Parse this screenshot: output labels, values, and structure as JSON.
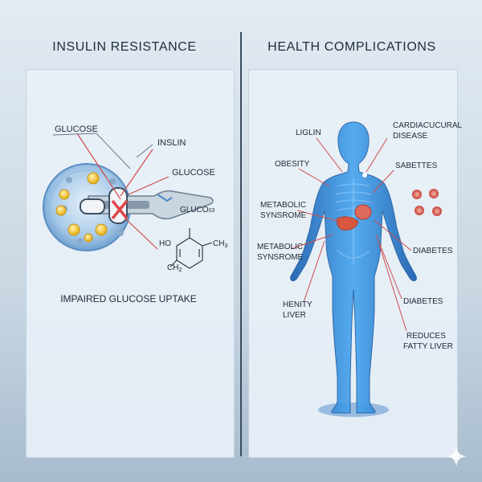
{
  "left_panel": {
    "title": "INSULIN RESISTANCE",
    "labels": {
      "glucose_top": "GLUCOSE",
      "insulin": "INSLIN",
      "glucose_right": "GLUCOSE",
      "gluco_channel": "GLUCO",
      "gluco_subscript": "03",
      "chem_ho": "HO",
      "chem_ch3_right": "CH",
      "chem_ch3_sub": "3",
      "chem_ch2_bottom": "CH",
      "chem_ch2_sub": "2",
      "caption": "IMPAIRED GLUCOSE UPTAKE"
    }
  },
  "right_panel": {
    "title": "HEALTH COMPLICATIONS",
    "labels": {
      "liglin": "LIGLIN",
      "cardio_1": "CARDIACUCURAL",
      "cardio_2": "DISEASE",
      "obesity": "OBESITY",
      "sabettes": "SABETTES",
      "metabolic_1a": "METABOLIC",
      "metabolic_1b": "SYNSROME",
      "metabolic_2a": "METABOLIC",
      "metabolic_2b": "SYNSROME",
      "diabetes_1": "DIABETES",
      "henity_1": "HENITY",
      "henity_2": "LIVER",
      "diabetes_2": "DIABETES",
      "reduces_1": "REDUCES",
      "reduces_2": "FATTY LIVER"
    }
  },
  "colors": {
    "accent_red": "#e0444a",
    "body_blue": "#2a7fd0",
    "cell_blue": "#7fb2e0"
  },
  "icons": [
    "cell-icon",
    "glucose-molecule-icon",
    "blocked-receptor-icon",
    "chemical-structure-icon",
    "human-body-icon",
    "blood-cells-icon",
    "sparkle-icon"
  ]
}
